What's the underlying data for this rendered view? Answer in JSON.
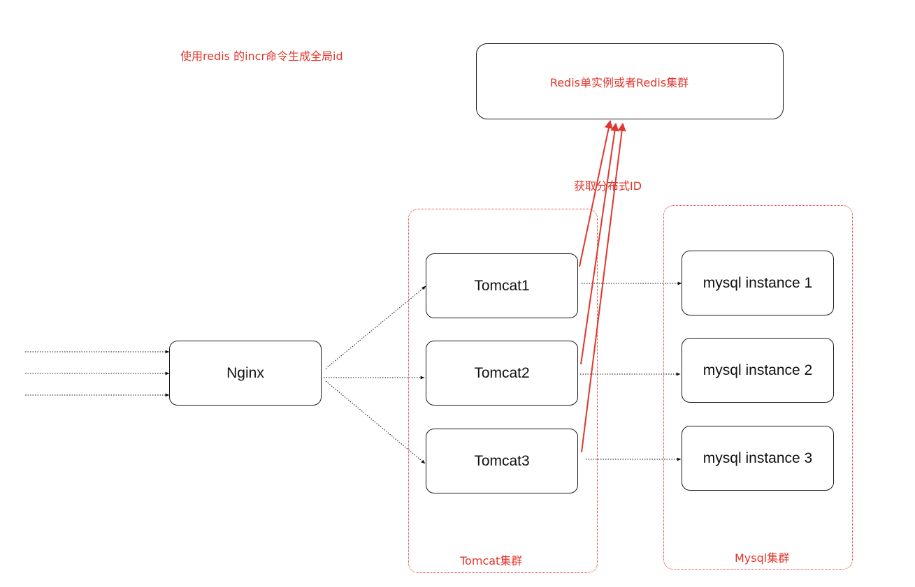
{
  "annotation": "使用redis 的incr命令生成全局id",
  "redis": {
    "label": "Redis单实例或者Redis集群"
  },
  "edge_label": "获取分布式ID",
  "nginx": {
    "label": "Nginx"
  },
  "tomcat_cluster": {
    "label": "Tomcat集群",
    "nodes": [
      "Tomcat1",
      "Tomcat2",
      "Tomcat3"
    ]
  },
  "mysql_cluster": {
    "label": "Mysql集群",
    "nodes": [
      "mysql instance 1",
      "mysql instance 2",
      "mysql instance 3"
    ]
  },
  "colors": {
    "accent_red": "#e2352b",
    "node_border": "#1a1a1a",
    "connector": "#111111"
  }
}
